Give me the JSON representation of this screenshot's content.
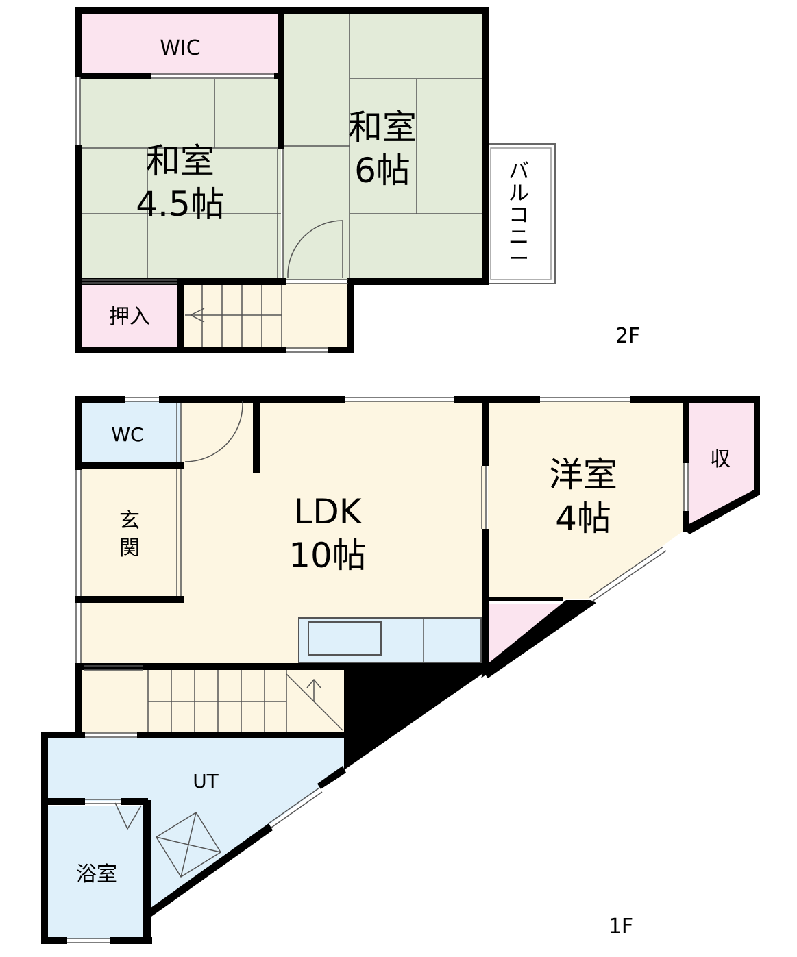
{
  "floors": {
    "second": {
      "label": "2F",
      "rooms": {
        "wic": "WIC",
        "washitsu_a": {
          "name": "和室",
          "size": "4.5帖"
        },
        "washitsu_b": {
          "name": "和室",
          "size": "6帖"
        },
        "balcony": [
          "バ",
          "ル",
          "コ",
          "ニ",
          "ー"
        ],
        "oshiire": "押入"
      }
    },
    "first": {
      "label": "1F",
      "rooms": {
        "wc": "WC",
        "genkan": [
          "玄",
          "関"
        ],
        "ldk": {
          "name": "LDK",
          "size": "10帖"
        },
        "yoshitsu": {
          "name": "洋室",
          "size": "4帖"
        },
        "storage": "収",
        "ut": "UT",
        "bath": "浴室"
      }
    }
  },
  "colors": {
    "tatami": "#e3ebd9",
    "closet_pink": "#fbe4ef",
    "wet_blue": "#dff0fa",
    "floor_cream": "#fdf6e2",
    "wall": "#000000"
  }
}
